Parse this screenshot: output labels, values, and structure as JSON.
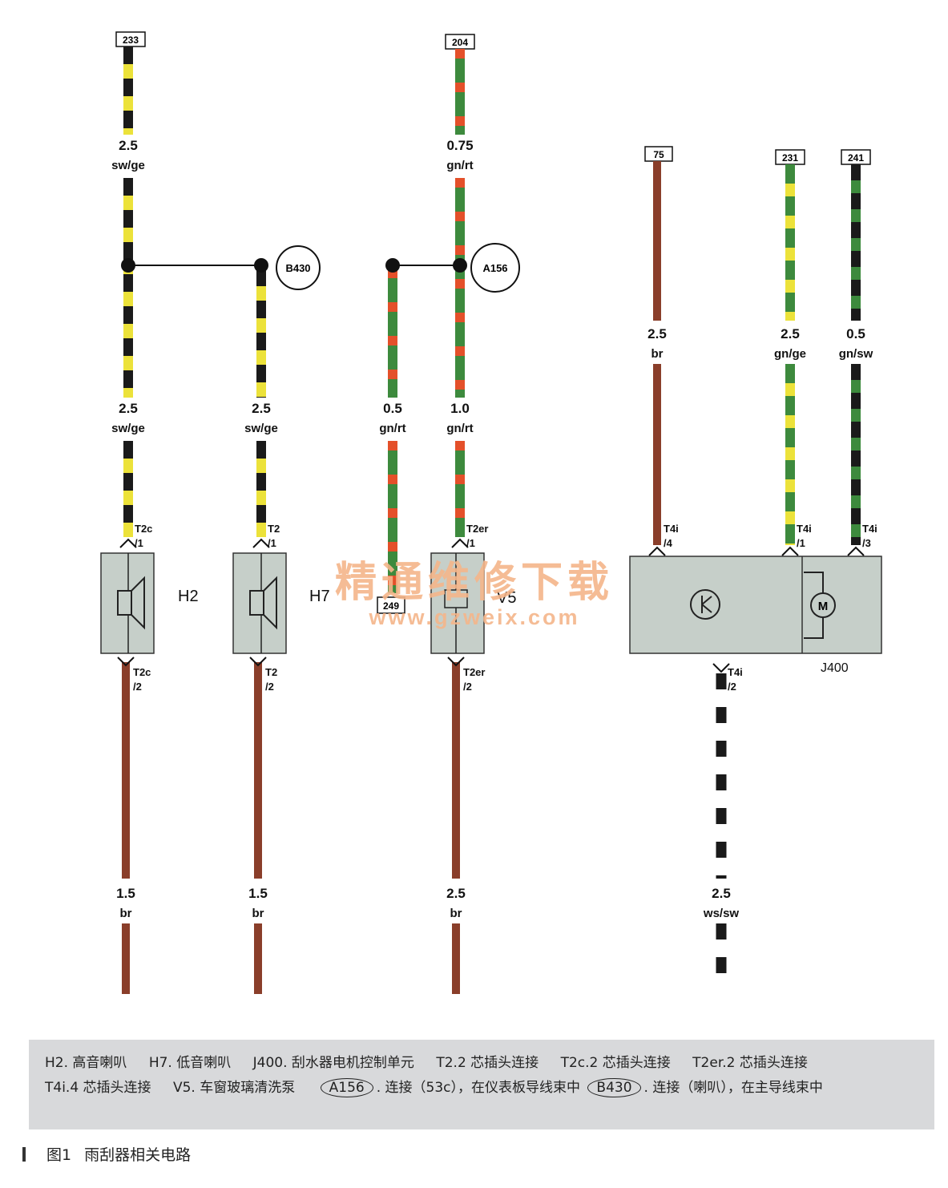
{
  "wires": [
    {
      "id": "w233",
      "terminal": "233",
      "segments": [
        {
          "size": "2.5",
          "color": "sw/ge"
        },
        {
          "size": "2.5",
          "color": "sw/ge"
        }
      ]
    },
    {
      "id": "wB430",
      "segments": [
        {
          "size": "2.5",
          "color": "sw/ge"
        }
      ]
    },
    {
      "id": "w249",
      "segments": [
        {
          "size": "0.5",
          "color": "gn/rt"
        }
      ]
    },
    {
      "id": "w204",
      "terminal": "204",
      "segments": [
        {
          "size": "0.75",
          "color": "gn/rt"
        },
        {
          "size": "1.0",
          "color": "gn/rt"
        }
      ]
    },
    {
      "id": "w75",
      "terminal": "75",
      "segments": [
        {
          "size": "2.5",
          "color": "br"
        }
      ]
    },
    {
      "id": "w231",
      "terminal": "231",
      "segments": [
        {
          "size": "2.5",
          "color": "gn/ge"
        }
      ]
    },
    {
      "id": "w241",
      "terminal": "241",
      "segments": [
        {
          "size": "0.5",
          "color": "gn/sw"
        }
      ]
    }
  ],
  "ground_wires": [
    {
      "size": "1.5",
      "color": "br"
    },
    {
      "size": "1.5",
      "color": "br"
    },
    {
      "size": "2.5",
      "color": "br"
    },
    {
      "size": "2.5",
      "color": "ws/sw"
    }
  ],
  "junctions": {
    "b430": "B430",
    "a156": "A156"
  },
  "connectors": {
    "h2_top": {
      "name": "T2c",
      "pin": "/1"
    },
    "h2_bottom": {
      "name": "T2c",
      "pin": "/2"
    },
    "h7_top": {
      "name": "T2",
      "pin": "/1"
    },
    "h7_bottom": {
      "name": "T2",
      "pin": "/2"
    },
    "v5_top": {
      "name": "T2er",
      "pin": "/1"
    },
    "v5_bottom": {
      "name": "T2er",
      "pin": "/2"
    },
    "j400_pin4": {
      "name": "T4i",
      "pin": "/4"
    },
    "j400_pin1": {
      "name": "T4i",
      "pin": "/1"
    },
    "j400_pin3": {
      "name": "T4i",
      "pin": "/3"
    },
    "j400_pin2": {
      "name": "T4i",
      "pin": "/2"
    }
  },
  "components": {
    "h2": "H2",
    "h7": "H7",
    "v5": "V5",
    "j400": "J400",
    "v5_terminal": "249",
    "motor": "M"
  },
  "watermark": {
    "title": "精通维修下载",
    "url": "www.gzweix.com"
  },
  "legend": {
    "items": [
      "H2. 高音喇叭",
      "H7. 低音喇叭",
      "J400. 刮水器电机控制单元",
      "T2.2 芯插头连接",
      "T2c.2 芯插头连接",
      "T2er.2 芯插头连接",
      "T4i.4 芯插头连接",
      "V5. 车窗玻璃清洗泵"
    ],
    "a156_label": "A156",
    "a156_text": ". 连接（53c），在仪表板导线束中",
    "b430_label": "B430",
    "b430_text": ". 连接（喇叭），在主导线束中"
  },
  "caption": {
    "number": "图1",
    "title": "雨刮器相关电路"
  },
  "colors": {
    "sw": "#1a1a1a",
    "ge": "#ece23a",
    "gn": "#3d8a3d",
    "rt": "#e4502a",
    "br": "#8a3e2a",
    "ws": "#ffffff",
    "component_fill": "#c6cfc9",
    "watermark": "#f4b58a"
  }
}
